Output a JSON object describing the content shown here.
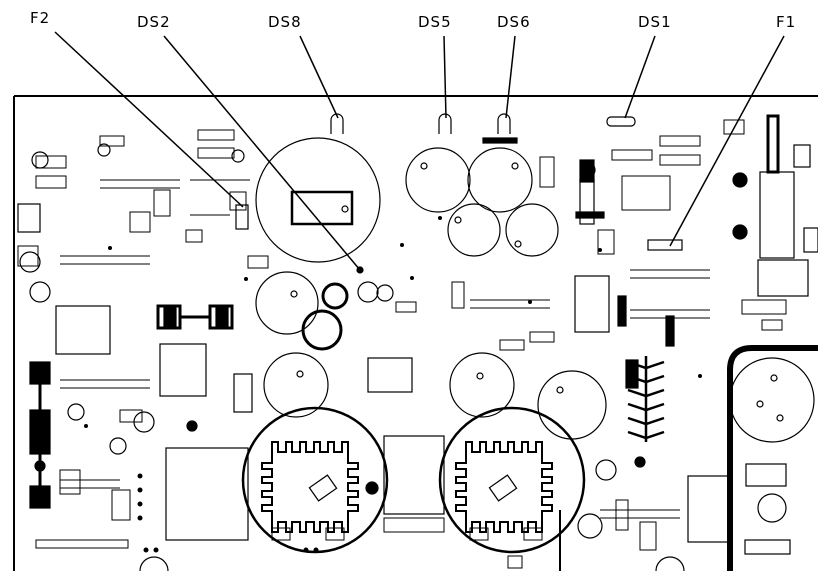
{
  "diagram": {
    "callouts": [
      {
        "id": "f2",
        "label": "F2"
      },
      {
        "id": "ds2",
        "label": "DS2"
      },
      {
        "id": "ds8",
        "label": "DS8"
      },
      {
        "id": "ds5",
        "label": "DS5"
      },
      {
        "id": "ds6",
        "label": "DS6"
      },
      {
        "id": "ds1",
        "label": "DS1"
      },
      {
        "id": "f1",
        "label": "F1"
      }
    ],
    "colors": {
      "ink": "#000000",
      "background": "#ffffff",
      "highlight_ring": "#000000"
    }
  }
}
